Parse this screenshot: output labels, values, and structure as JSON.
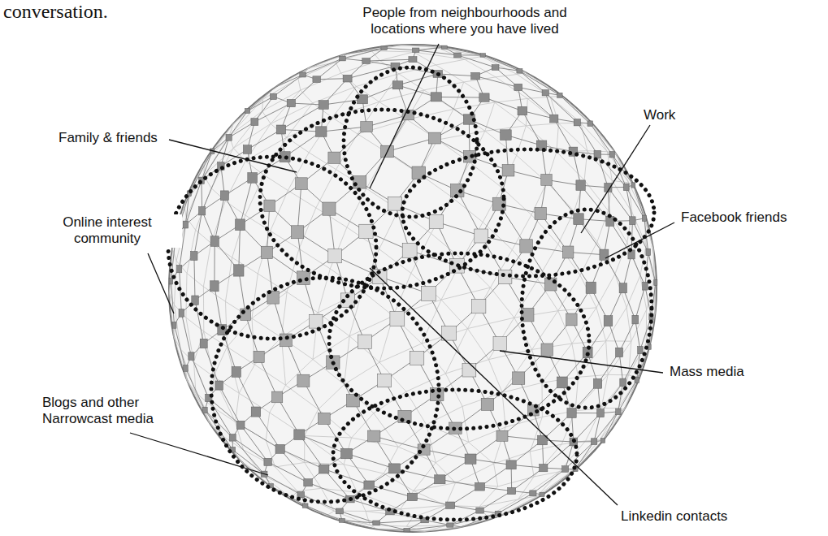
{
  "diagram": {
    "labels": [
      "conversation.",
      "People from neighbourhoods and locations where you have lived",
      "Family & friends",
      "Work",
      "Online interest community",
      "Facebook friends",
      "Mass media",
      "Blogs and other Narrowcast media",
      "Linkedin contacts"
    ]
  }
}
